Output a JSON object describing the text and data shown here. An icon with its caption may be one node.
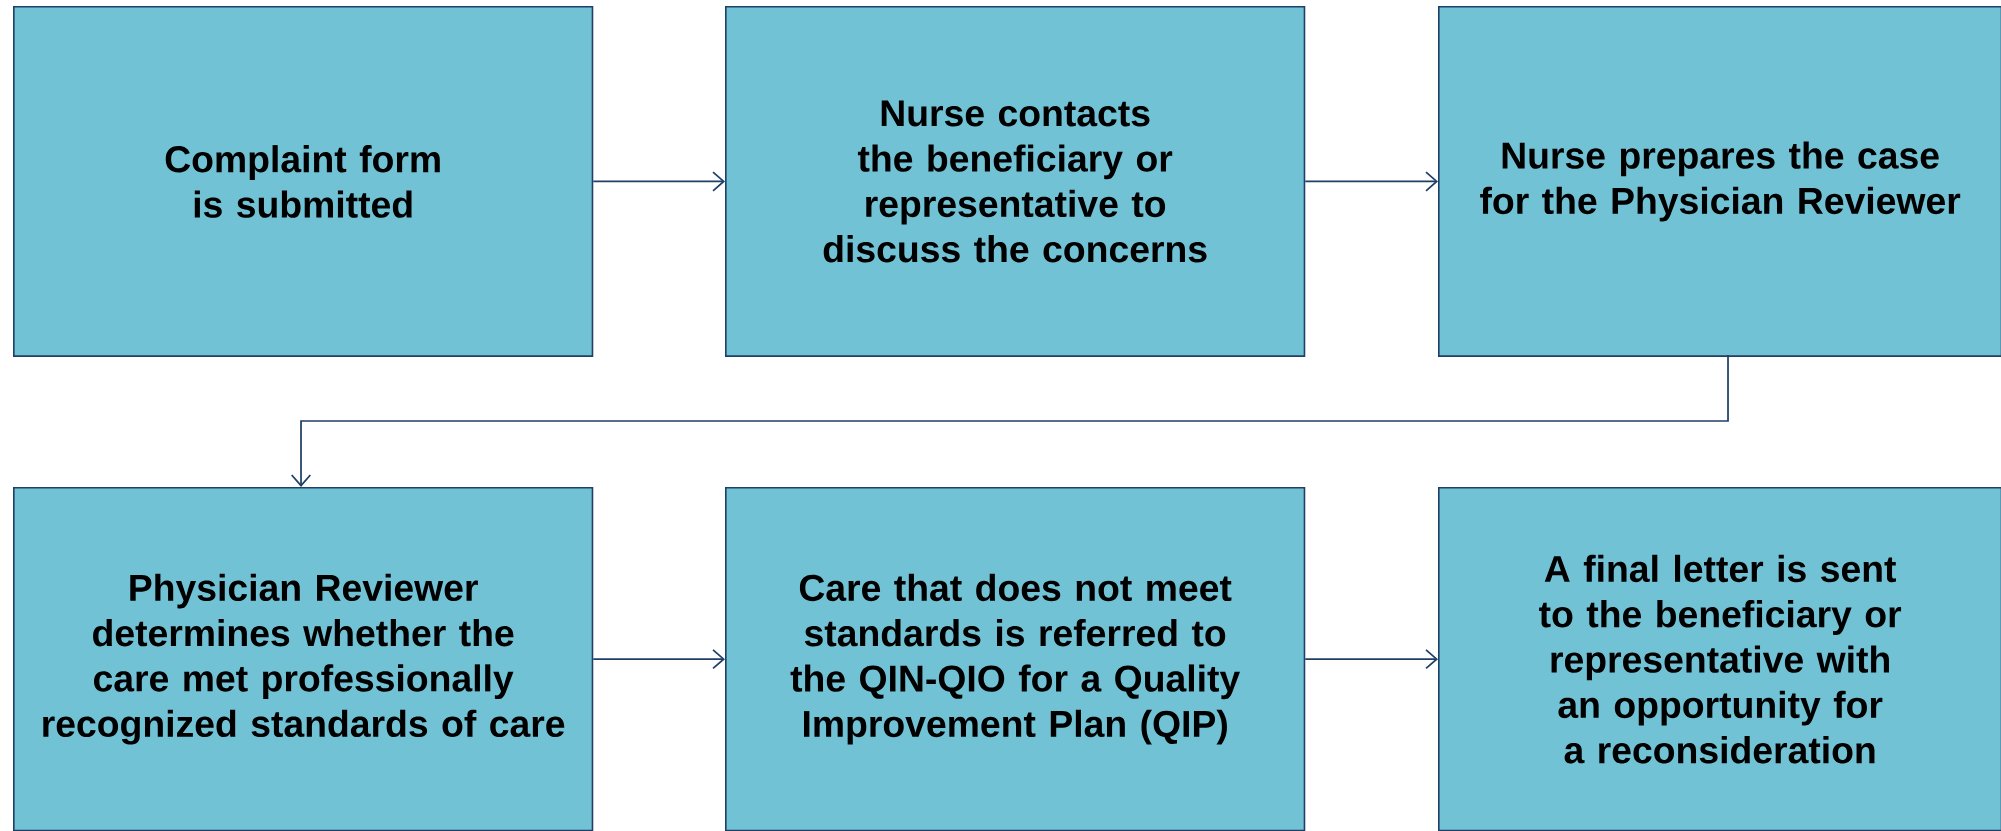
{
  "diagram": {
    "nodes": [
      {
        "text": [
          "Complaint form is submitted"
        ]
      },
      {
        "text": [
          "Nurse contacts the beneficiary or representative to discuss the concerns"
        ]
      },
      {
        "text": [
          "Nurse prepares the case for the Physician Reviewer"
        ]
      },
      {
        "text": [
          "Physician Reviewer determines whether the care met professionally recognized standards of care"
        ]
      },
      {
        "text": [
          "Care that does not meet standards is referred to the QIN-QIO for a Quality Improvement Plan (QIP)"
        ]
      },
      {
        "text": [
          "A final letter is sent to the beneficiary or representative with an opportunity for a reconsideration"
        ]
      }
    ],
    "edges": [
      {
        "from": 0,
        "to": 1,
        "arrow": "to"
      },
      {
        "from": 1,
        "to": 2,
        "arrow": "to"
      },
      {
        "from": 2,
        "to": 3,
        "arrow": "to"
      },
      {
        "from": 3,
        "to": 4,
        "arrow": "to"
      },
      {
        "from": 4,
        "to": 5,
        "arrow": "to"
      }
    ]
  }
}
